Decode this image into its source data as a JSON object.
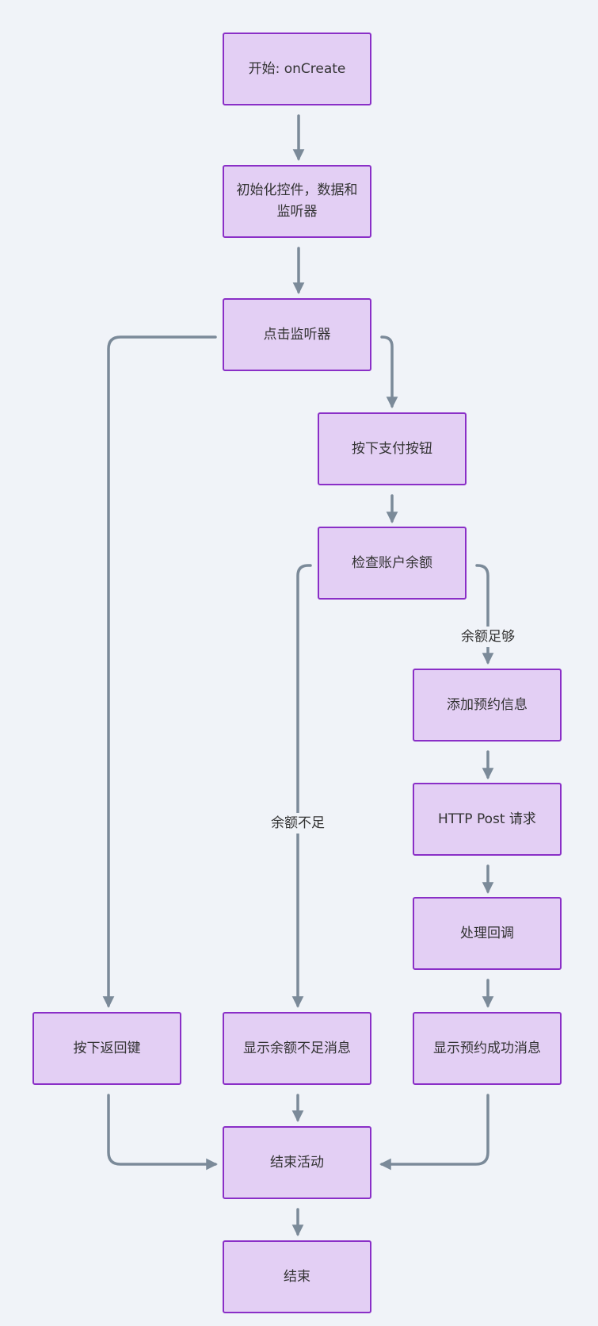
{
  "nodes": {
    "start": "开始: onCreate",
    "init": "初始化控件，数据和监听器",
    "listener": "点击监听器",
    "pay_button": "按下支付按钮",
    "check_balance": "检查账户余额",
    "add_booking": "添加预约信息",
    "http_post": "HTTP Post 请求",
    "handle_callback": "处理回调",
    "back_key": "按下返回键",
    "insufficient_msg": "显示余额不足消息",
    "success_msg": "显示预约成功消息",
    "end_activity": "结束活动",
    "end": "结束"
  },
  "edges": {
    "sufficient": "余额足够",
    "insufficient": "余额不足"
  },
  "colors": {
    "background": "#f0f3f8",
    "node_fill": "#e3cff4",
    "node_border": "#8a2fc7",
    "edge": "#7b8a99",
    "text": "#333333"
  }
}
